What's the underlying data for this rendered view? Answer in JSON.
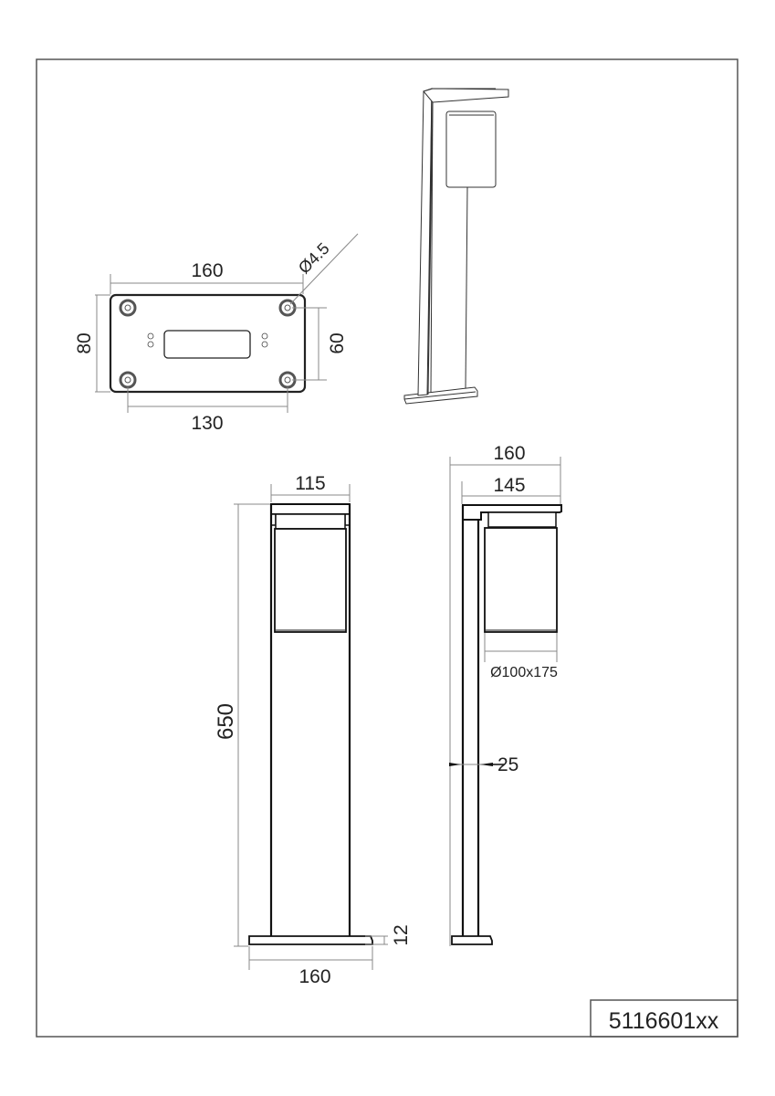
{
  "drawing": {
    "part_number": "5116601xx",
    "base_plate_view": {
      "width_label": "160",
      "height_label": "80",
      "hole_spacing_horizontal_label": "130",
      "hole_spacing_vertical_label": "60",
      "hole_diameter_label": "Ø4.5"
    },
    "front_view": {
      "head_width_label": "115",
      "total_height_label": "650",
      "base_width_label": "160",
      "base_thickness_label": "12"
    },
    "side_view": {
      "total_depth_label": "160",
      "arm_depth_label": "145",
      "shade_label": "Ø100x175",
      "post_width_label": "25"
    }
  }
}
